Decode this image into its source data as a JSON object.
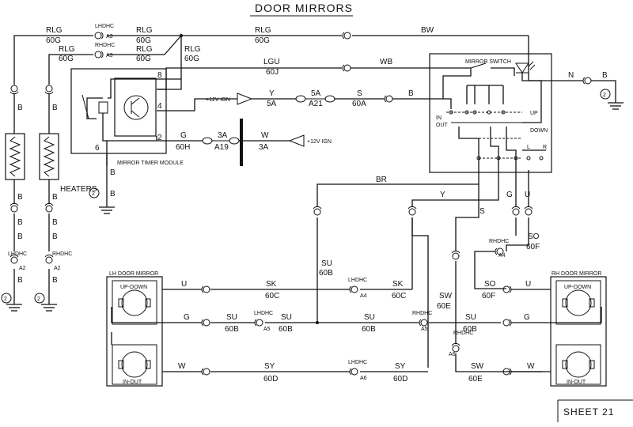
{
  "title": "DOOR MIRRORS",
  "sheet": "SHEET 21",
  "ground_symbol_number": "2",
  "plug_labels": {
    "lhdhc": "LHDHC",
    "rhdhc": "RHDHC",
    "a2": "A2",
    "a3": "A3",
    "a4": "A4",
    "a5": "A5",
    "a6": "A6",
    "a19": "A19",
    "a21": "A21",
    "fuse3a": "3A",
    "fuse5a": "5A"
  },
  "components": {
    "heaters": "HEATERS",
    "mirror_timer_module": "MIRROR TIMER MODULE",
    "mirror_switch": "MIRROR SWITCH",
    "lh_door_mirror": "LH DOOR MIRROR",
    "rh_door_mirror": "RH DOOR MIRROR",
    "up_down": "UP-DOWN",
    "in_out": "IN-OUT",
    "ign_supply": "+12V IGN"
  },
  "switch_labels": {
    "in": "IN",
    "out": "OUT",
    "up": "UP",
    "down": "DOWN",
    "l": "L",
    "r": "R"
  },
  "module_pins": {
    "p8": "8",
    "p4": "4",
    "p2": "2",
    "p6": "6"
  },
  "wires": {
    "rlg": "RLG",
    "c60g": "60G",
    "bw": "BW",
    "wb": "WB",
    "lgu": "LGU",
    "c60j": "60J",
    "y": "Y",
    "c5a": "5A",
    "s": "S",
    "c60a": "60A",
    "b": "B",
    "g": "G",
    "c60h": "60H",
    "w": "W",
    "c3a": "3A",
    "n": "N",
    "br": "BR",
    "su": "SU",
    "c60b": "60B",
    "sk": "SK",
    "c60c": "60C",
    "so": "SO",
    "c60f": "60F",
    "sw": "SW",
    "c60e": "60E",
    "sy": "SY",
    "c60d": "60D",
    "u": "U"
  }
}
